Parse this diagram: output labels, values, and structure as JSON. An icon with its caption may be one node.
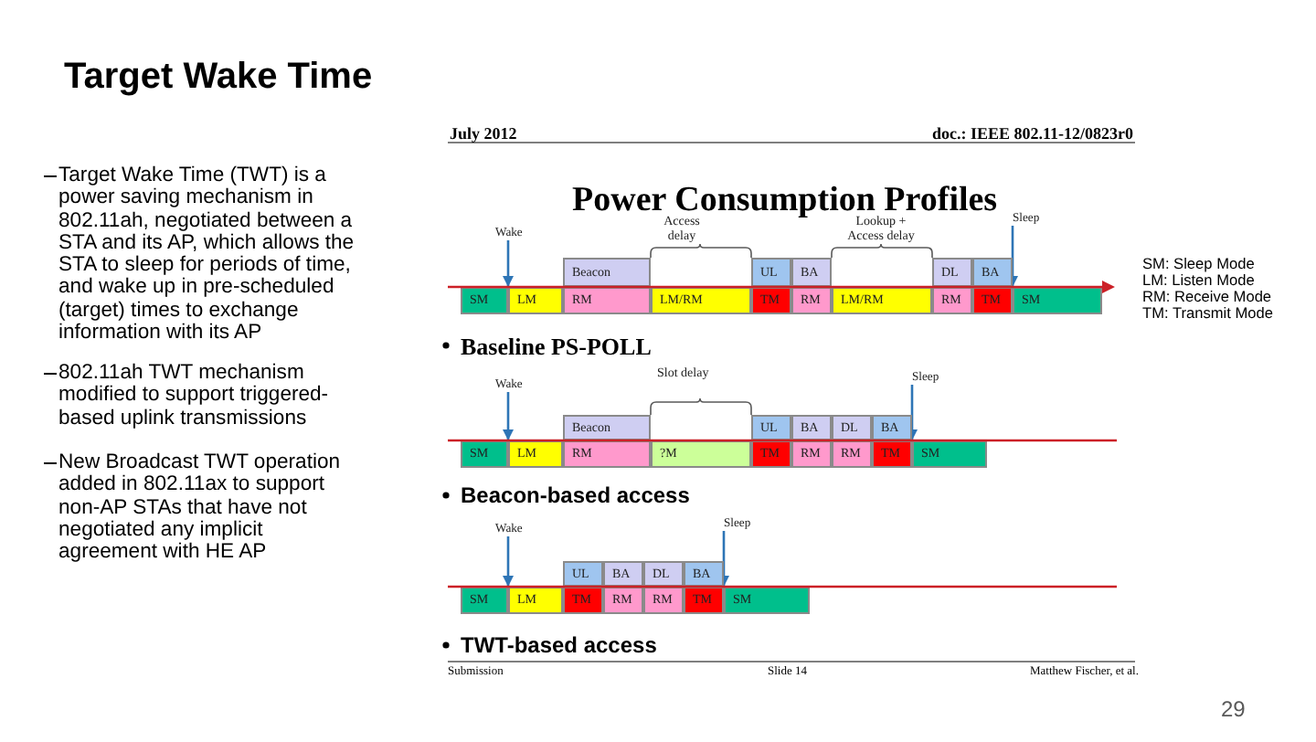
{
  "diagram": {
    "title": "Target Wake Time",
    "nodes": [
      {
        "text": [
          "Wake"
        ]
      },
      {
        "text": [
          "Beacon"
        ]
      },
      {
        "text": [
          "UL"
        ]
      },
      {
        "text": [
          "BA"
        ]
      },
      {
        "text": [
          "DL"
        ]
      },
      {
        "text": [
          "BA"
        ]
      },
      {
        "text": [
          "Sleep"
        ]
      },
      {
        "text": [
          "SM"
        ]
      },
      {
        "text": [
          "LM"
        ]
      },
      {
        "text": [
          "RM"
        ]
      },
      {
        "text": [
          "LM/RM"
        ]
      },
      {
        "text": [
          "TM"
        ]
      },
      {
        "text": [
          "RM"
        ]
      },
      {
        "text": [
          "LM/RM"
        ]
      },
      {
        "text": [
          "RM"
        ]
      },
      {
        "text": [
          "TM"
        ]
      },
      {
        "text": [
          "SM"
        ]
      },
      {
        "text": [
          "Wake"
        ]
      },
      {
        "text": [
          "Beacon"
        ]
      },
      {
        "text": [
          "UL"
        ]
      },
      {
        "text": [
          "BA"
        ]
      },
      {
        "text": [
          "DL"
        ]
      },
      {
        "text": [
          "BA"
        ]
      },
      {
        "text": [
          "Sleep"
        ]
      },
      {
        "text": [
          "SM"
        ]
      },
      {
        "text": [
          "LM"
        ]
      },
      {
        "text": [
          "RM"
        ]
      },
      {
        "text": [
          "?M"
        ]
      },
      {
        "text": [
          "TM"
        ]
      },
      {
        "text": [
          "RM"
        ]
      },
      {
        "text": [
          "RM"
        ]
      },
      {
        "text": [
          "TM"
        ]
      },
      {
        "text": [
          "SM"
        ]
      },
      {
        "text": [
          "Wake"
        ]
      },
      {
        "text": [
          "UL"
        ]
      },
      {
        "text": [
          "BA"
        ]
      },
      {
        "text": [
          "DL"
        ]
      },
      {
        "text": [
          "BA"
        ]
      },
      {
        "text": [
          "Sleep"
        ]
      },
      {
        "text": [
          "SM"
        ]
      },
      {
        "text": [
          "LM"
        ]
      },
      {
        "text": [
          "TM"
        ]
      },
      {
        "text": [
          "RM"
        ]
      },
      {
        "text": [
          "RM"
        ]
      },
      {
        "text": [
          "TM"
        ]
      },
      {
        "text": [
          "SM"
        ]
      }
    ],
    "edges": [
      {
        "from": 0,
        "to": 7,
        "arrow": "to"
      },
      {
        "from": 6,
        "to": 5,
        "arrow": "to"
      },
      {
        "from": 17,
        "to": 24,
        "arrow": "to"
      },
      {
        "from": 23,
        "to": 22,
        "arrow": "to"
      },
      {
        "from": 33,
        "to": 39,
        "arrow": "to"
      },
      {
        "from": 38,
        "to": 37,
        "arrow": "to"
      }
    ],
    "labels": [
      "Target Wake Time (TWT) is a power saving mechanism in 802.11ah, negotiated between a STA and its AP, which allows the STA to sleep for periods of time, and wake up in pre-scheduled (target) times to exchange information with its AP",
      "802.11ah TWT mechanism modified to support triggered-based uplink transmissions",
      "New Broadcast TWT operation added in 802.11ax to support non-AP STAs that have not negotiated any implicit agreement with HE AP",
      "July 2012",
      "doc.: IEEE 802.11-12/0823r0",
      "Power Consumption Profiles",
      "Access delay",
      "Lookup + Access delay",
      "SM: Sleep Mode",
      "LM: Listen Mode",
      "RM: Receive Mode",
      "TM: Transmit Mode",
      "Baseline PS-POLL",
      "Slot delay",
      "Beacon-based access",
      "TWT-based access",
      "Submission",
      "Slide 14",
      "Matthew Fischer, et al.",
      "29"
    ]
  }
}
